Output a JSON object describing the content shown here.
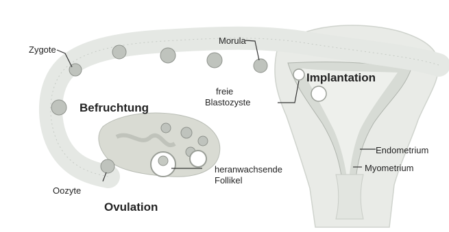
{
  "labels": {
    "morula": "Morula",
    "zygote": "Zygote",
    "implantation": "Implantation",
    "free_blastocyst_line1": "freie",
    "free_blastocyst_line2": "Blastozyste",
    "fertilization": "Befruchtung",
    "growing_follicles_line1": "heranwachsende",
    "growing_follicles_line2": "Follikel",
    "endometrium": "Endometrium",
    "myometrium": "Myometrium",
    "oocyte": "Oozyte",
    "ovulation": "Ovulation"
  },
  "colors": {
    "tube": "#e5e8e4",
    "tube_edge": "#c6cbc5",
    "uterus": "#e9ebe7",
    "endometrium": "#d7dbd5",
    "ovary": "#d9dbd3",
    "cell": "#bfc3bd",
    "leader": "#333333"
  }
}
